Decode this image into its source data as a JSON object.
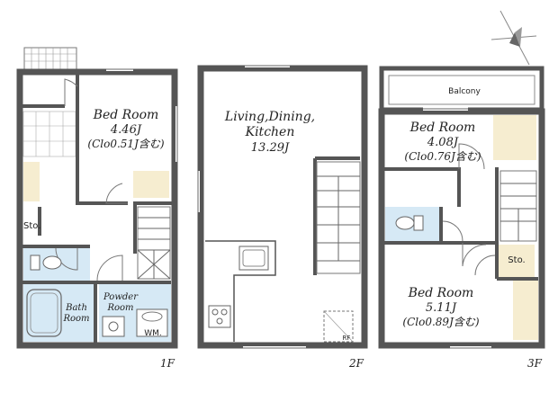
{
  "compass": {
    "icon": "north-arrow-icon"
  },
  "floors": {
    "f1": {
      "label": "1F",
      "bedroom": {
        "name": "Bed Room",
        "size": "4.46J",
        "closet": "(Clo0.51J含む)"
      },
      "storage": "Sto.",
      "bath": {
        "line1": "Bath",
        "line2": "Room"
      },
      "powder": {
        "line1": "Powder",
        "line2": "Room"
      },
      "washer": "WM."
    },
    "f2": {
      "label": "2F",
      "ldk": {
        "line1": "Living,Dining,",
        "line2": "Kitchen",
        "size": "13.29J"
      },
      "fridge": "RF"
    },
    "f3": {
      "label": "3F",
      "balcony": "Balcony",
      "bedroom_a": {
        "name": "Bed Room",
        "size": "4.08J",
        "closet": "(Clo0.76J含む)"
      },
      "storage": "Sto.",
      "bedroom_b": {
        "name": "Bed Room",
        "size": "5.11J",
        "closet": "(Clo0.89J含む)"
      }
    }
  },
  "colors": {
    "wall": "#555555",
    "bath_blue": "#d6e9f5",
    "closet_beige": "#f6edd0"
  }
}
